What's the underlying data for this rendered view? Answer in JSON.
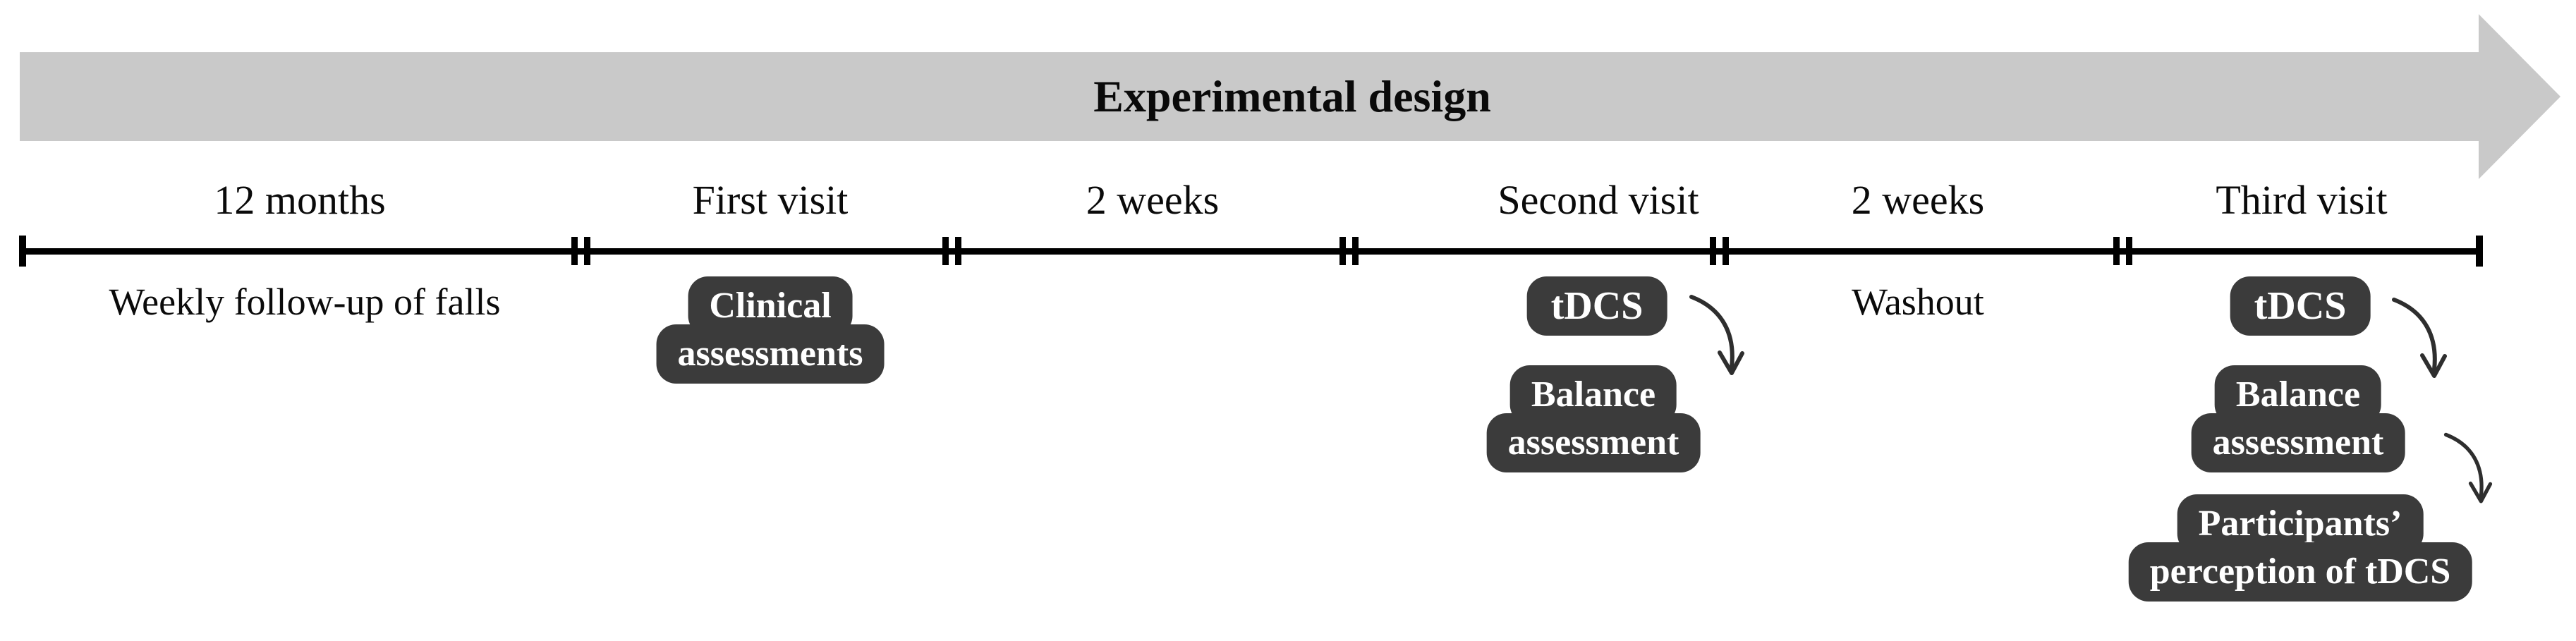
{
  "banner": {
    "title": "Experimental design"
  },
  "timeline": {
    "labels": [
      "12 months",
      "First visit",
      "2 weeks",
      "Second visit",
      "2 weeks",
      "Third visit"
    ],
    "annotations": {
      "weekly_followup": "Weekly follow-up of falls",
      "washout": "Washout"
    }
  },
  "badges": {
    "clinical": {
      "lines": [
        "Clinical",
        "assessments"
      ]
    },
    "tdcs_second": {
      "lines": [
        "tDCS"
      ]
    },
    "balance_second": {
      "lines": [
        "Balance",
        "assessment"
      ]
    },
    "tdcs_third": {
      "lines": [
        "tDCS"
      ]
    },
    "balance_third": {
      "lines": [
        "Balance",
        "assessment"
      ]
    },
    "perception": {
      "lines": [
        "Participants’",
        "perception of tDCS"
      ]
    }
  },
  "colors": {
    "banner_fill": "#c9c9c9",
    "badge_fill": "#3b3b3b",
    "badge_text": "#ffffff",
    "line_color": "#000000",
    "arrow_color": "#2e2e2e"
  }
}
